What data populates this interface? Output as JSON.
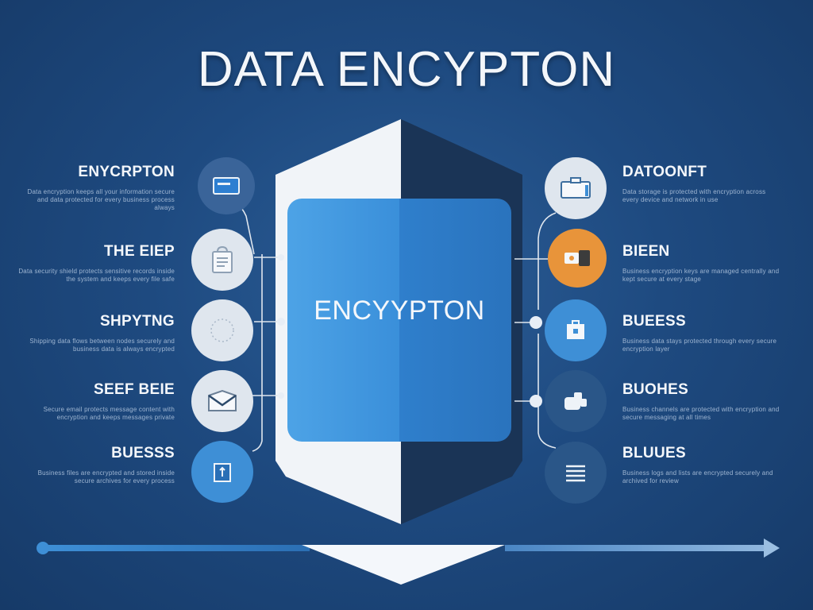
{
  "title": "DATA ENCYPTON",
  "center": {
    "label": "ENCYYPTON"
  },
  "left_items": [
    {
      "heading": "ENYCRPTON",
      "text": "Data encryption keeps all your information secure and data protected for every business process always",
      "icon": "card-reader-icon"
    },
    {
      "heading": "THE EIEP",
      "text": "Data security shield protects sensitive records inside the system and keeps every file safe",
      "icon": "document-lock-icon"
    },
    {
      "heading": "SHPYTNG",
      "text": "Shipping data flows between nodes securely and business data is always encrypted",
      "icon": "dotted-ring-icon"
    },
    {
      "heading": "SEEF BEIE",
      "text": "Secure email protects message content with encryption and keeps messages private",
      "icon": "envelope-icon"
    },
    {
      "heading": "BUESSS",
      "text": "Business files are encrypted and stored inside secure archives for every process",
      "icon": "briefcase-icon"
    }
  ],
  "right_items": [
    {
      "heading": "DATOONFT",
      "text": "Data storage is protected with encryption across every device and network in use",
      "icon": "folder-icon"
    },
    {
      "heading": "BIEEN",
      "text": "Business encryption keys are managed centrally and kept secure at every stage",
      "icon": "key-card-icon"
    },
    {
      "heading": "BUEESS",
      "text": "Business data stays protected through every secure encryption layer",
      "icon": "lock-box-icon"
    },
    {
      "heading": "BUOHES",
      "text": "Business channels are protected with encryption and secure messaging at all times",
      "icon": "chat-icon"
    },
    {
      "heading": "BLUUES",
      "text": "Business logs and lists are encrypted securely and archived for review",
      "icon": "list-icon"
    }
  ],
  "colors": {
    "background": "#1e4a80",
    "accent_blue": "#3e8fd6",
    "accent_orange": "#e8943a",
    "circle_light": "#dfe6ee",
    "circle_mid": "#5b87b8"
  }
}
